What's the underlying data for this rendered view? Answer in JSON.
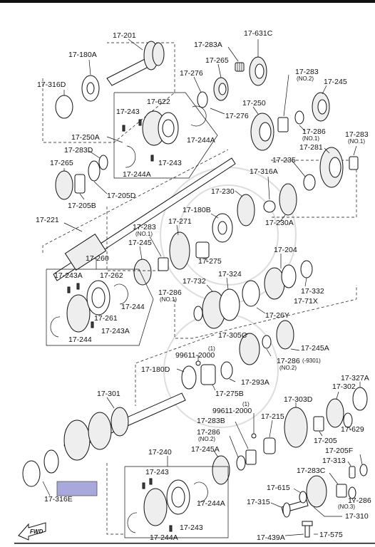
{
  "labels": {
    "l17_201": "17-201",
    "l17_180A": "17-180A",
    "l17_316D": "17-316D",
    "l17_283A": "17-283A",
    "l17_631C": "17-631C",
    "l17_265a": "17-265",
    "l17_276a": "17-276",
    "l17_276b": "17-276",
    "l17_283_no2": "17-283",
    "l17_245a": "17-245",
    "l17_622": "17-622",
    "l17_243a": "17-243",
    "l17_250": "17-250",
    "l17_244Aa": "17-244A",
    "l17_250A": "17-250A",
    "l17_243b": "17-243",
    "l17_244Ab": "17-244A",
    "l17_286_no1a": "17-286",
    "l17_283_no1a": "17-283",
    "l17_283D": "17-283D",
    "l17_265b": "17-265",
    "l17_205B": "17-205B",
    "l17_205D": "17-205D",
    "l17_235": "17-235",
    "l17_281": "17-281",
    "l17_316A": "17-316A",
    "l17_230": "17-230",
    "l17_180B": "17-180B",
    "l17_230A": "17-230A",
    "l17_221": "17-221",
    "l17_283_no1b": "17-283",
    "l17_271": "17-271",
    "l17_245b": "17-245",
    "l17_275": "17-275",
    "l17_204": "17-204",
    "l17_260": "17-260",
    "l17_324": "17-324",
    "l17_243Aa": "17-243A",
    "l17_262": "17-262",
    "l17_286_no1b": "17-286",
    "l17_732": "17-732",
    "l17_332": "17-332",
    "l17_71X": "17-71X",
    "l17_244a": "17-244",
    "l17_261": "17-261",
    "l17_26Y": "17-26Y",
    "l17_243Ab": "17-243A",
    "l17_244b": "17-244",
    "l17_305C": "17-305C",
    "l17_245A": "17-245A",
    "l99611_2000a": "99611-2000",
    "l17_286_9301": "17-286",
    "l17_180D": "17-180D",
    "l17_293A": "17-293A",
    "l17_275B": "17-275B",
    "l17_301": "17-301",
    "l17_302": "17-302",
    "l17_327A": "17-327A",
    "l17_303D": "17-303D",
    "l99611_2000b": "99611-2000",
    "l17_215": "17-215",
    "l17_283B": "17-283B",
    "l17_629": "17-629",
    "l17_286_no2b": "17-286",
    "l17_205": "17-205",
    "l17_245Ab": "17-245A",
    "l17_205F": "17-205F",
    "l17_240": "17-240",
    "l17_313": "17-313",
    "l17_243c": "17-243",
    "l17_283C": "17-283C",
    "l17_316E": "17-316E",
    "l17_244Ac": "17-244A",
    "l17_615": "17-615",
    "l17_286_no3": "17-286",
    "l17_315": "17-315",
    "l17_310": "17-310",
    "l17_243d": "17-243",
    "l17_244Ad": "17-244A",
    "l17_439A": "17-439A",
    "l17_575": "17-575",
    "fwd": "FWD"
  },
  "notes": {
    "no2a": "(NO.2)",
    "no1a": "(NO.1)",
    "no1b": "(NO.1)",
    "no1c": "(NO.1)",
    "no1d": "(NO.1)",
    "one_a": "(1)",
    "one_b": "(1)",
    "no2b": "(NO.2)",
    "n9301": "(-9301)",
    "no2c": "(NO.2)",
    "no3": "(NO.3)"
  },
  "colors": {
    "highlight": "#a9a8dc",
    "line": "#111111"
  }
}
